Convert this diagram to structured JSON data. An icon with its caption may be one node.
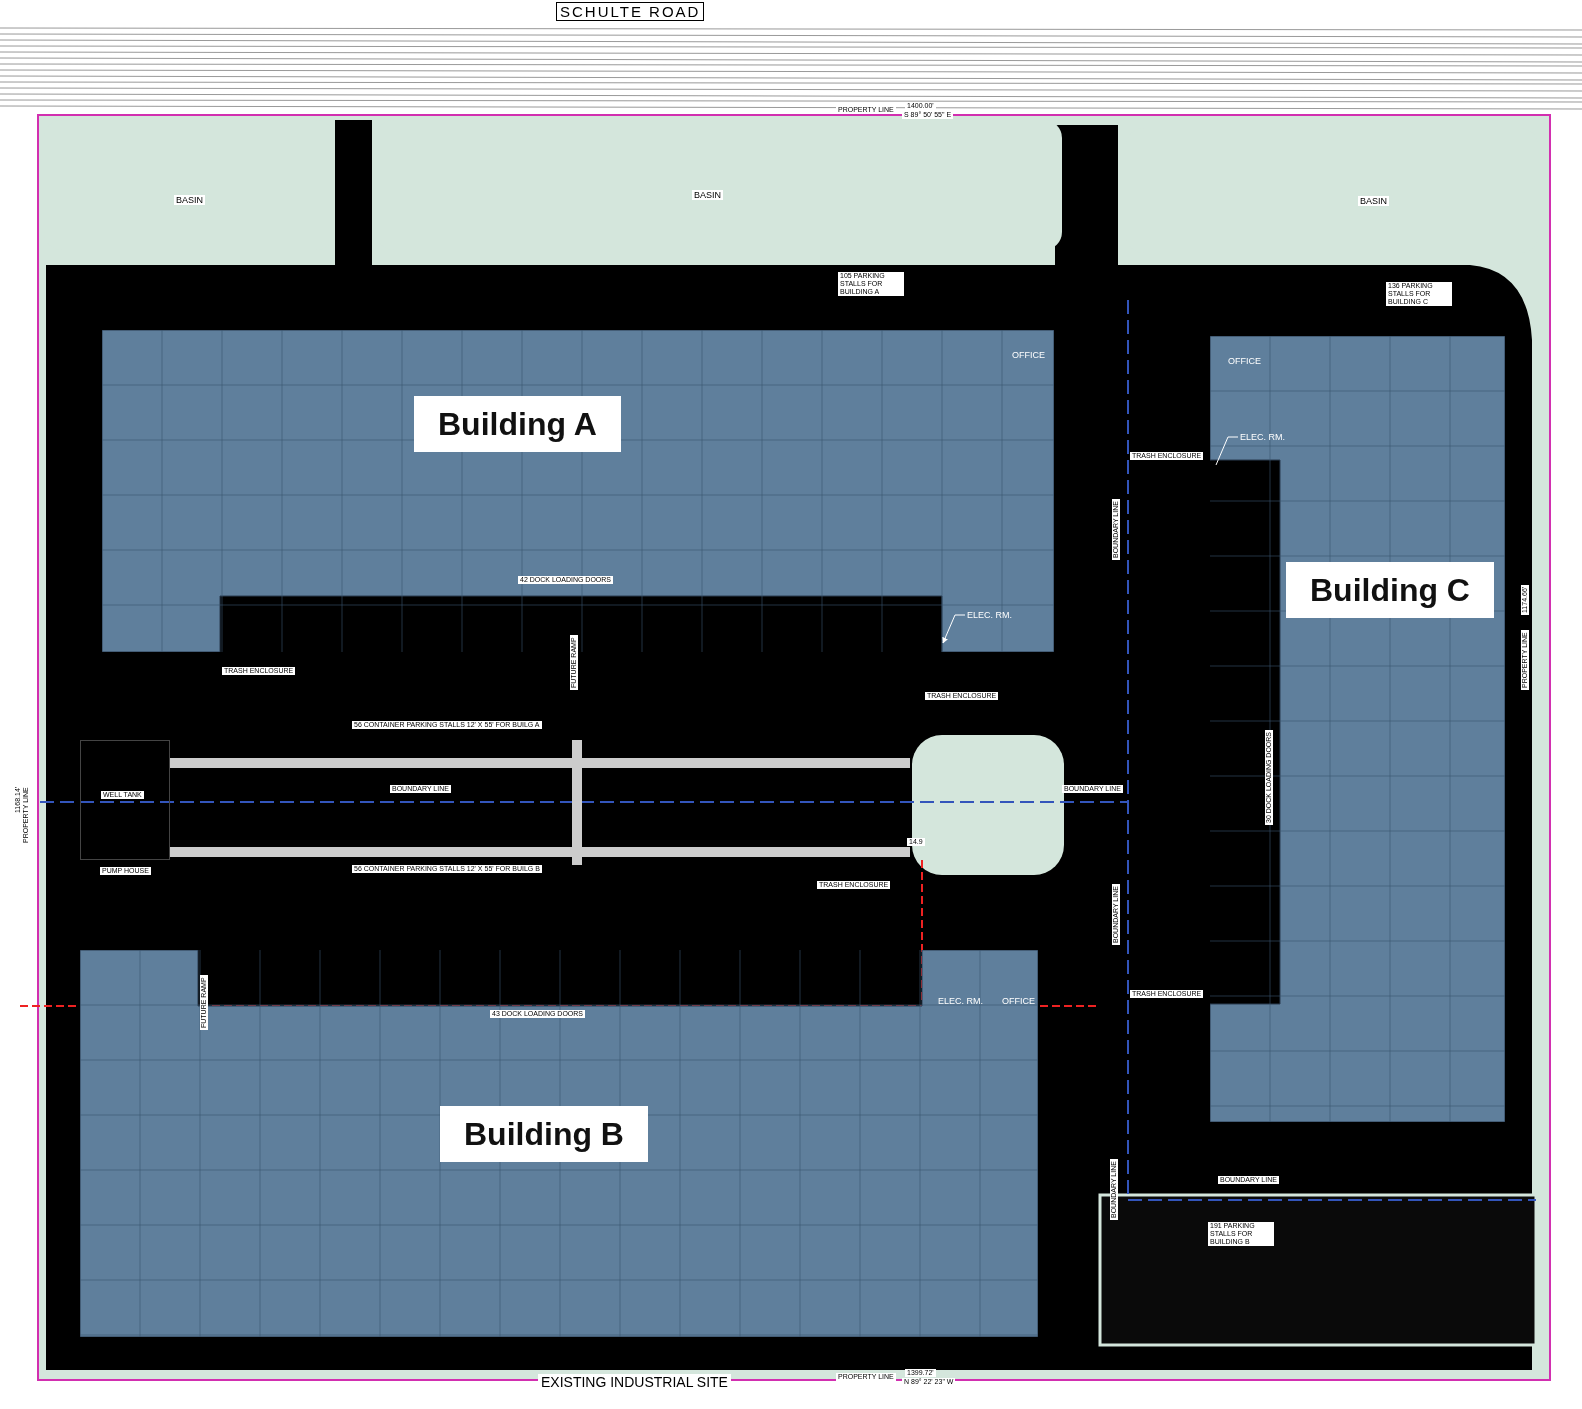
{
  "diagram": {
    "nodes": [
      {
        "text": [
          "Building A"
        ]
      },
      {
        "text": [
          "OFFICE"
        ],
        "in": 0
      },
      {
        "text": [
          "ELEC. RM."
        ],
        "in": 0
      },
      {
        "text": [
          "Building B"
        ]
      },
      {
        "text": [
          "ELEC. RM."
        ],
        "in": 3
      },
      {
        "text": [
          "OFFICE"
        ],
        "in": 3
      },
      {
        "text": [
          "Building C"
        ]
      },
      {
        "text": [
          "OFFICE"
        ],
        "in": 6
      },
      {
        "text": [
          "ELEC. RM."
        ],
        "in": 6
      },
      {
        "text": [
          "BASIN"
        ]
      },
      {
        "text": [
          "BASIN"
        ]
      },
      {
        "text": [
          "BASIN"
        ]
      },
      {
        "text": [
          "WELL TANK"
        ]
      }
    ],
    "edges": [
      {
        "from": 2,
        "to": null,
        "arrow": "to"
      },
      {
        "from": 8,
        "to": null,
        "arrow": "none"
      }
    ],
    "labels": [
      "SCHULTE ROAD",
      "PROPERTY LINE",
      "1400.00'",
      "S 89° 50' 55\" E",
      "105 PARKING STALLS FOR BUILDING A",
      "136 PARKING STALLS FOR BUILDING C",
      "TRASH ENCLOSURE",
      "42 DOCK LOADING DOORS",
      "FUTURE RAMP",
      "TRASH ENCLOSURE",
      "TRASH ENCLOSURE",
      "56 CONTAINER PARKING STALLS 12' X 55' FOR BUILG A",
      "1168.14'",
      "PROPERTY LINE",
      "BOUNDARY LINE",
      "BOUNDARY LINE",
      "BOUNDARY LINE",
      "56 CONTAINER PARKING STALLS 12' X 55' FOR BUILG B",
      "PUMP HOUSE",
      "14.9",
      "TRASH ENCLOSURE",
      "BOUNDARY LINE",
      "30 DOCK LOADING DOORS",
      "1174.66'",
      "PROPERTY LINE",
      "FUTURE RAMP",
      "TRASH ENCLOSURE",
      "43 DOCK LOADING DOORS",
      "BOUNDARY LINE",
      "BOUNDARY LINE",
      "191 PARKING STALLS FOR BUILDING B",
      "EXISTING INDUSTRIAL SITE",
      "PROPERTY LINE",
      "1399.72'",
      "N 89° 22' 23\" W"
    ]
  }
}
